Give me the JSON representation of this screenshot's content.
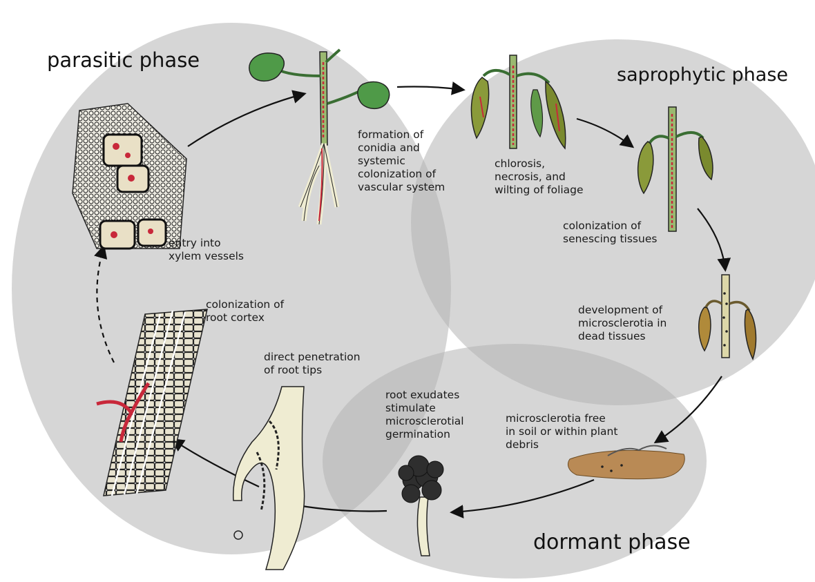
{
  "phases": {
    "parasitic": "parasitic phase",
    "saprophytic": "saprophytic phase",
    "dormant": "dormant phase"
  },
  "steps": {
    "conidia": "formation of\nconidia and\nsystemic\ncolonization of\nvascular system",
    "wilting": "chlorosis,\nnecrosis, and\nwilting of foliage",
    "senescing": "colonization of\nsenescing tissues",
    "microsclerotia_dev": "development of\nmicrosclerotia in\ndead tissues",
    "microsclerotia_free": "microsclerotia free\nin soil or within plant\ndebris",
    "exudates": "root exudates\nstimulate\nmicrosclerotial\ngermination",
    "penetration": "direct penetration\nof root tips",
    "cortex": "colonization of\nroot cortex",
    "xylem": "entry into\nxylem vessels"
  },
  "colors": {
    "phase_circle": "#c9c9c9",
    "leaf_green": "#4f9a48",
    "wilted_leaf": "#8a9a3a",
    "infection_red": "#c8283a",
    "root_cream": "#efecd2",
    "soil_brown": "#b98a55",
    "sclerotium_dark": "#2e2e2e"
  }
}
